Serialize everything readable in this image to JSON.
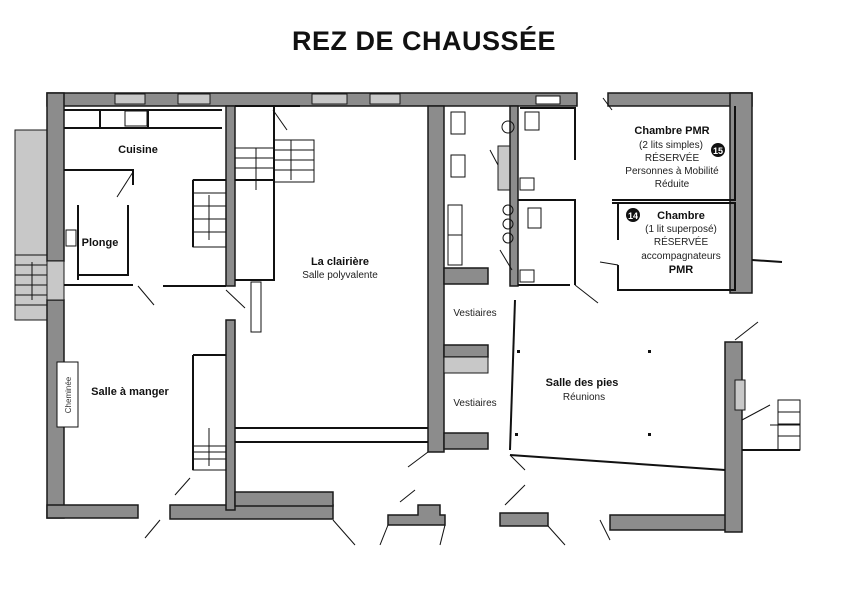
{
  "title": "REZ DE CHAUSSÉE",
  "rooms": {
    "cuisine": "Cuisine",
    "plonge": "Plonge",
    "salle_manger": "Salle à manger",
    "cheminee": "Cheminée",
    "clairiere": {
      "name": "La clairière",
      "sub": "Salle polyvalente"
    },
    "vestiaires_1": "Vestiaires",
    "vestiaires_2": "Vestiaires",
    "salle_pies": {
      "name": "Salle des pies",
      "sub": "Réunions"
    },
    "chambre_pmr": {
      "number": "15",
      "name": "Chambre PMR",
      "beds": "(2 lits simples)",
      "status": "RÉSERVÉE",
      "line1": "Personnes à Mobilité",
      "line2": "Réduite"
    },
    "chambre_14": {
      "number": "14",
      "name": "Chambre",
      "beds": "(1 lit superposé)",
      "status": "RÉSERVÉE",
      "line1": "accompagnateurs",
      "line2": "PMR"
    }
  },
  "colors": {
    "wall": "#8c8c8c",
    "line": "#111111"
  }
}
